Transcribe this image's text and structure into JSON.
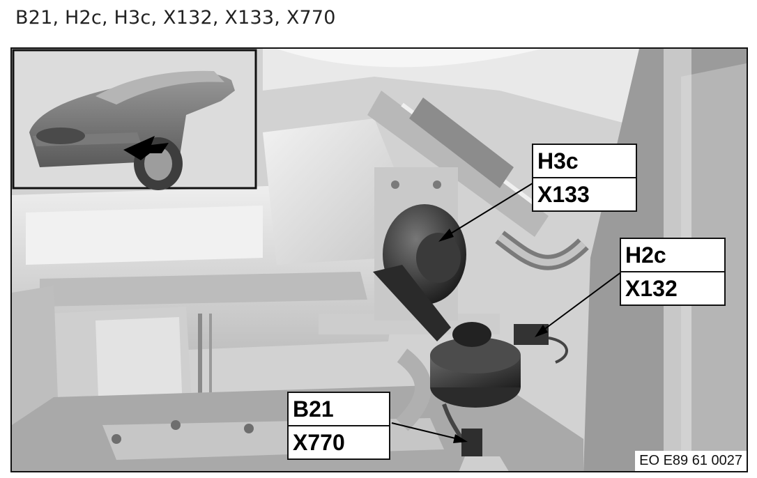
{
  "heading": "B21, H2c, H3c, X132, X133, X770",
  "callouts": {
    "h3c": {
      "top": "H3c",
      "bottom": "X133"
    },
    "h2c": {
      "top": "H2c",
      "bottom": "X132"
    },
    "b21": {
      "top": "B21",
      "bottom": "X770"
    }
  },
  "reference_code": "EO E89 61 0027"
}
